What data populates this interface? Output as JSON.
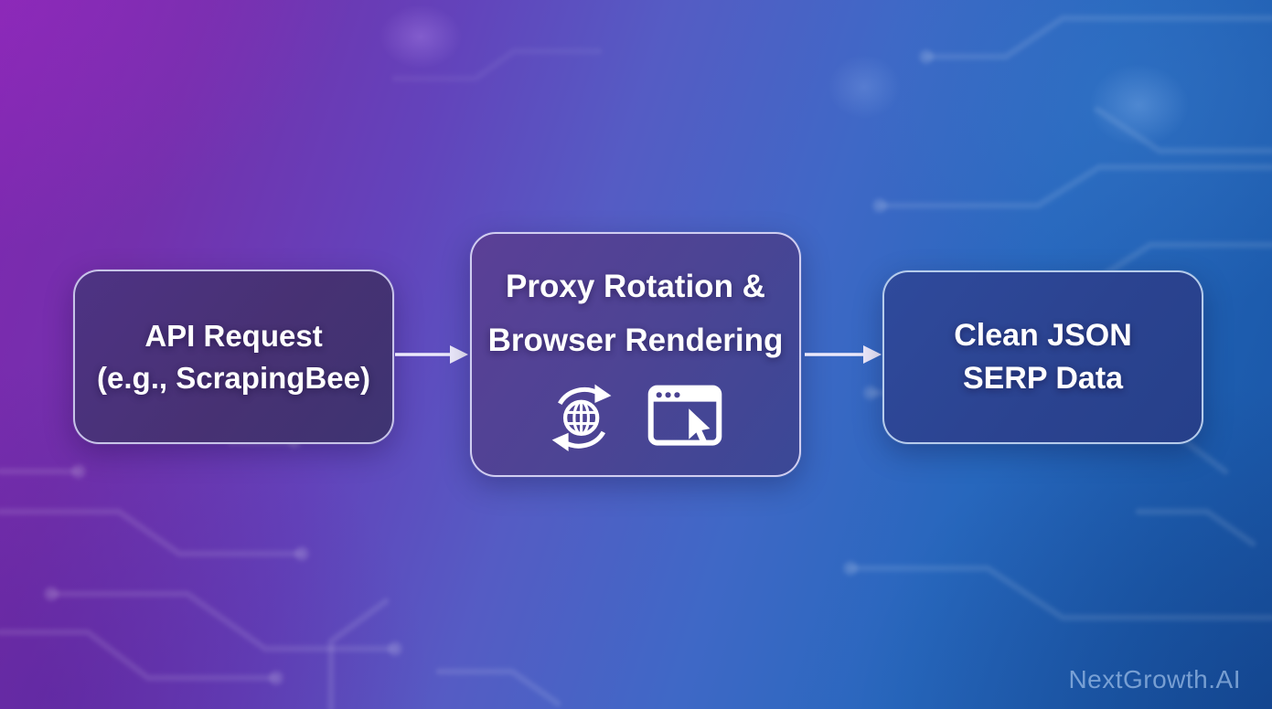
{
  "diagram": {
    "title_watermark": "NextGrowth.AI",
    "nodes": [
      {
        "id": "api-request",
        "line1": "API Request",
        "line2": "(e.g., ScrapingBee)"
      },
      {
        "id": "proxy-rotation-browser-rendering",
        "line1": "Proxy Rotation &",
        "line2": "Browser Rendering",
        "icons": [
          {
            "name": "proxy-rotation-globe-icon"
          },
          {
            "name": "browser-rendering-window-icon"
          }
        ]
      },
      {
        "id": "clean-json-serp-data",
        "line1": "Clean JSON",
        "line2": "SERP Data"
      }
    ],
    "arrows": [
      {
        "from": "api-request",
        "to": "proxy-rotation-browser-rendering",
        "direction": "right"
      },
      {
        "from": "proxy-rotation-browser-rendering",
        "to": "clean-json-serp-data",
        "direction": "right"
      }
    ],
    "colors": {
      "background_purple": "#7b28ae",
      "background_blue": "#1d5cae",
      "node_api_fill": "#473173",
      "node_proxy_fill": "#4c4494",
      "node_json_fill": "#2b4390",
      "node_border": "#d2d0f2",
      "arrow": "#ece9fb",
      "text": "#ffffff",
      "watermark_text": "#9cbee8"
    }
  }
}
